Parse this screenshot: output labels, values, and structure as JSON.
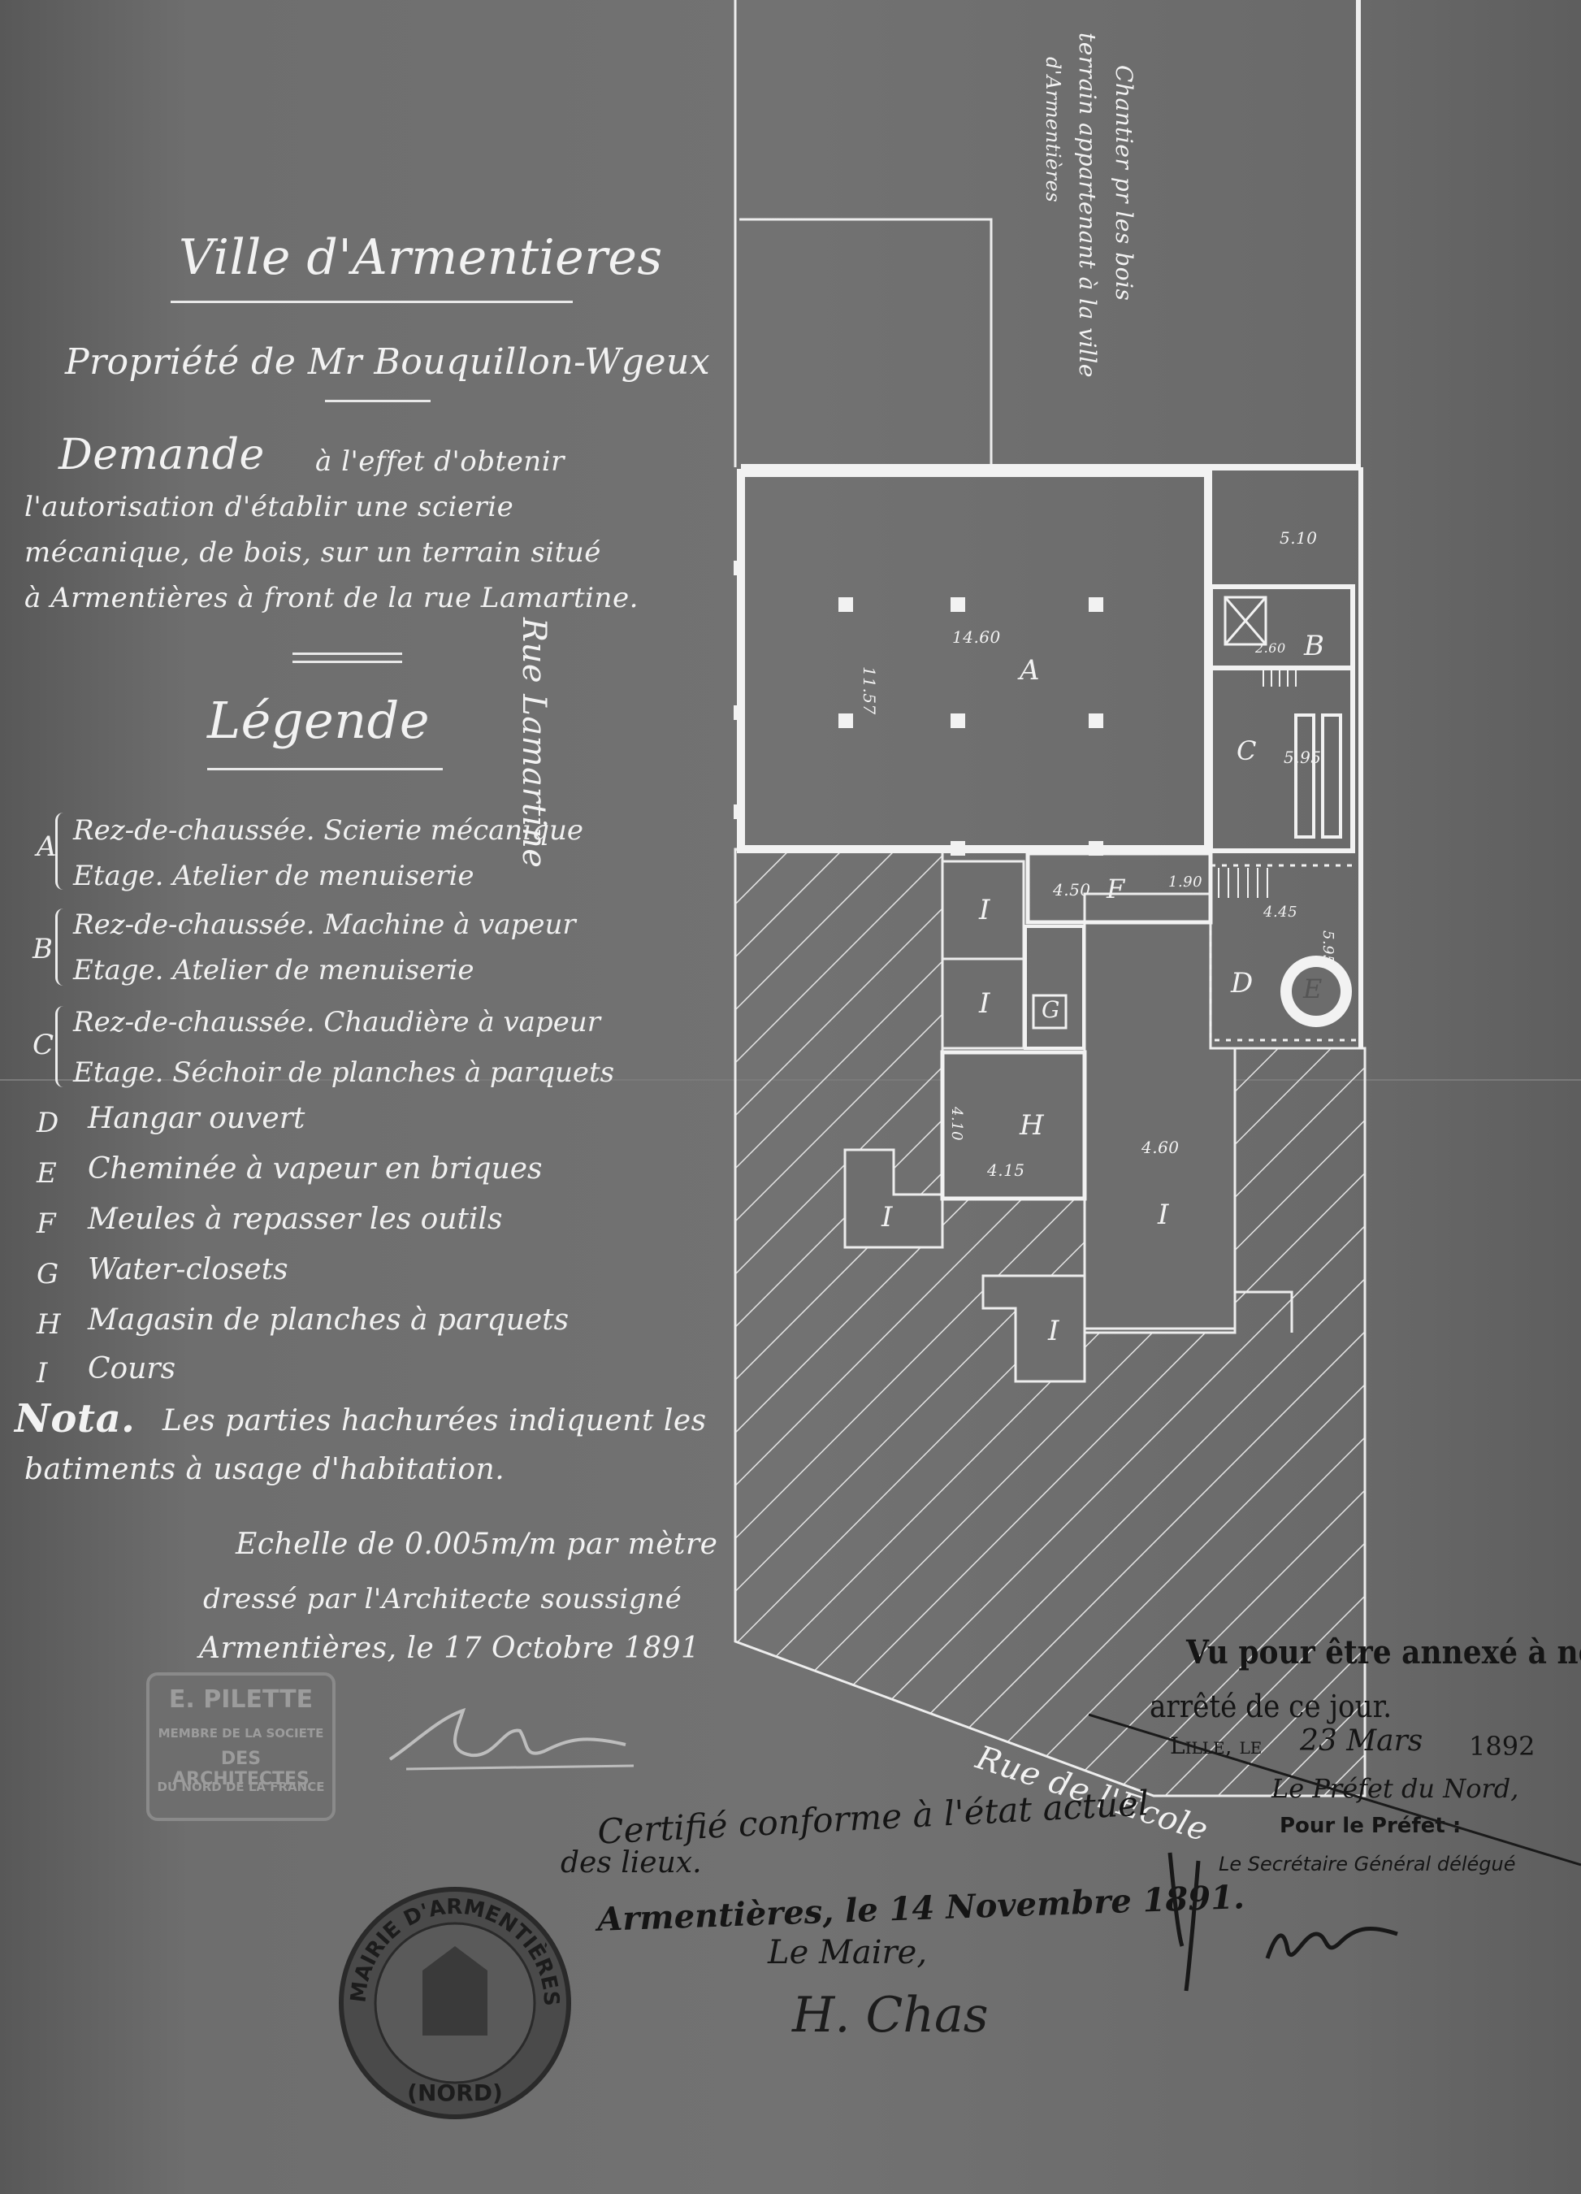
{
  "header": {
    "town": "Ville d'Armentieres",
    "owner": "Propriété de Mr Bouquillon-Wgeux",
    "request_line1_lead": "Demande",
    "request_line1_rest": "à l'effet d'obtenir",
    "request_line2": "l'autorisation d'établir une scierie",
    "request_line3": "mécanique, de bois, sur un terrain situé",
    "request_line4": "à Armentières à front de la rue Lamartine.",
    "legend_title": "Légende"
  },
  "legend": [
    {
      "key": "A",
      "line1": "Rez-de-chaussée. Scierie mécanique",
      "line2": "Etage. Atelier de menuiserie"
    },
    {
      "key": "B",
      "line1": "Rez-de-chaussée. Machine à vapeur",
      "line2": "Etage. Atelier de menuiserie"
    },
    {
      "key": "C",
      "line1": "Rez-de-chaussée. Chaudière à vapeur",
      "line2": "Etage. Séchoir de planches à parquets"
    },
    {
      "key": "D",
      "text": "Hangar ouvert"
    },
    {
      "key": "E",
      "text": "Cheminée à vapeur en briques"
    },
    {
      "key": "F",
      "text": "Meules à repasser les outils"
    },
    {
      "key": "G",
      "text": "Water-closets"
    },
    {
      "key": "H",
      "text": "Magasin de planches à parquets"
    },
    {
      "key": "I",
      "text": "Cours"
    }
  ],
  "nota": {
    "lead": "Nota.",
    "line1": "Les parties hachurées indiquent les",
    "line2": "batiments à usage d'habitation."
  },
  "scale": {
    "line1": "Echelle de 0.005m/m par mètre",
    "line2": "dressé par l'Architecte soussigné",
    "line3": "Armentières, le 17 Octobre 1891"
  },
  "architect_stamp": {
    "name": "E. PILETTE",
    "line1": "MEMBRE DE LA SOCIETE",
    "line2": "DES ARCHITECTES",
    "line3": "DU NORD DE LA FRANCE"
  },
  "plan": {
    "street_left": "Rue Lamartine",
    "street_bottom": "Rue de l'Ecole",
    "chantier_line1": "Chantier pr les bois",
    "chantier_line2": "terrain appartenant à la ville",
    "chantier_line3": "d'Armentières",
    "labels": {
      "A": "A",
      "B": "B",
      "C": "C",
      "D": "D",
      "E": "E",
      "F": "F",
      "G": "G",
      "H": "H",
      "I": "I"
    },
    "dimensions": {
      "a_width": "14.60",
      "a_depth": "11.57",
      "top_right": "5.10",
      "b_small": "2.60",
      "c_depth": "5.95",
      "f_width": "4.50",
      "f_depth": "1.90",
      "d_width": "4.45",
      "d_depth": "5.95",
      "h_depth": "4.10",
      "h_width": "4.15",
      "court_width": "4.60"
    }
  },
  "certification": {
    "line1": "Certifié conforme à l'état actuel",
    "line2": "des lieux.",
    "line3": "Armentières, le 14 Novembre 1891.",
    "line4": "Le Maire,",
    "signature": "H. Chas"
  },
  "mairie_seal": {
    "top": "MAIRIE D'ARMENTIÈRES",
    "bottom": "(NORD)"
  },
  "prefecture": {
    "line1": "Vu pour être annexé à notre",
    "line2": "arrêté de ce jour.",
    "place_prefix": "Lille, le",
    "date_hand": "23 Mars",
    "year": "1892",
    "line4": "Le Préfet du Nord,",
    "line5": "Pour le Préfet :",
    "line6": "Le Secrétaire Général délégué"
  }
}
